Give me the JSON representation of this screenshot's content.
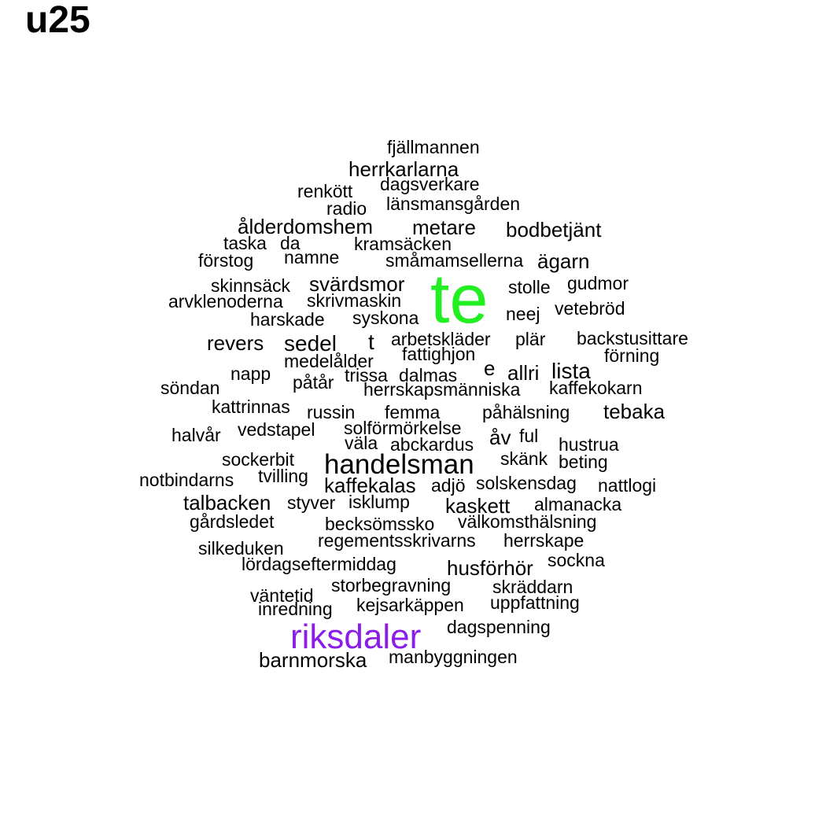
{
  "title": "u25",
  "chart_data": {
    "type": "wordcloud",
    "title": "u25",
    "highlight_colors": {
      "te": "#22ee22",
      "riksdaler": "#8a1ee6"
    },
    "words": [
      {
        "text": "te",
        "weight": 10
      },
      {
        "text": "riksdaler",
        "weight": 5
      },
      {
        "text": "handelsman",
        "weight": 3
      },
      {
        "text": "sedel",
        "weight": 2
      },
      {
        "text": "t",
        "weight": 2
      },
      {
        "text": "lista",
        "weight": 2
      },
      {
        "text": "e",
        "weight": 2
      },
      {
        "text": "allri",
        "weight": 2
      },
      {
        "text": "åv",
        "weight": 2
      },
      {
        "text": "tebaka",
        "weight": 2
      },
      {
        "text": "fjällmannen",
        "weight": 1
      },
      {
        "text": "herrkarlarna",
        "weight": 1
      },
      {
        "text": "renkött",
        "weight": 1
      },
      {
        "text": "dagsverkare",
        "weight": 1
      },
      {
        "text": "radio",
        "weight": 1
      },
      {
        "text": "länsmansgården",
        "weight": 1
      },
      {
        "text": "ålderdomshem",
        "weight": 1
      },
      {
        "text": "metare",
        "weight": 1
      },
      {
        "text": "bodbetjänt",
        "weight": 1
      },
      {
        "text": "taska",
        "weight": 1
      },
      {
        "text": "da",
        "weight": 1
      },
      {
        "text": "kramsäcken",
        "weight": 1
      },
      {
        "text": "förstog",
        "weight": 1
      },
      {
        "text": "namne",
        "weight": 1
      },
      {
        "text": "småmamsellerna",
        "weight": 1
      },
      {
        "text": "ägarn",
        "weight": 1
      },
      {
        "text": "skinnsäck",
        "weight": 1
      },
      {
        "text": "svärdsmor",
        "weight": 1
      },
      {
        "text": "stolle",
        "weight": 1
      },
      {
        "text": "gudmor",
        "weight": 1
      },
      {
        "text": "arvklenoderna",
        "weight": 1
      },
      {
        "text": "skrivmaskin",
        "weight": 1
      },
      {
        "text": "neej",
        "weight": 1
      },
      {
        "text": "vetebröd",
        "weight": 1
      },
      {
        "text": "harskade",
        "weight": 1
      },
      {
        "text": "syskona",
        "weight": 1
      },
      {
        "text": "revers",
        "weight": 1
      },
      {
        "text": "arbetskläder",
        "weight": 1
      },
      {
        "text": "plär",
        "weight": 1
      },
      {
        "text": "backstusittare",
        "weight": 1
      },
      {
        "text": "fattighjon",
        "weight": 1
      },
      {
        "text": "förning",
        "weight": 1
      },
      {
        "text": "medelålder",
        "weight": 1
      },
      {
        "text": "napp",
        "weight": 1
      },
      {
        "text": "trissa",
        "weight": 1
      },
      {
        "text": "dalmas",
        "weight": 1
      },
      {
        "text": "påtår",
        "weight": 1
      },
      {
        "text": "söndan",
        "weight": 1
      },
      {
        "text": "herrskapsmänniska",
        "weight": 1
      },
      {
        "text": "kaffekokarn",
        "weight": 1
      },
      {
        "text": "kattrinnas",
        "weight": 1
      },
      {
        "text": "russin",
        "weight": 1
      },
      {
        "text": "femma",
        "weight": 1
      },
      {
        "text": "påhälsning",
        "weight": 1
      },
      {
        "text": "vedstapel",
        "weight": 1
      },
      {
        "text": "solförmörkelse",
        "weight": 1
      },
      {
        "text": "halvår",
        "weight": 1
      },
      {
        "text": "väla",
        "weight": 1
      },
      {
        "text": "abckardus",
        "weight": 1
      },
      {
        "text": "ful",
        "weight": 1
      },
      {
        "text": "hustrua",
        "weight": 1
      },
      {
        "text": "sockerbit",
        "weight": 1
      },
      {
        "text": "skänk",
        "weight": 1
      },
      {
        "text": "beting",
        "weight": 1
      },
      {
        "text": "tvilling",
        "weight": 1
      },
      {
        "text": "notbindarns",
        "weight": 1
      },
      {
        "text": "kaffekalas",
        "weight": 1
      },
      {
        "text": "adjö",
        "weight": 1
      },
      {
        "text": "solskensdag",
        "weight": 1
      },
      {
        "text": "nattlogi",
        "weight": 1
      },
      {
        "text": "talbacken",
        "weight": 1
      },
      {
        "text": "styver",
        "weight": 1
      },
      {
        "text": "isklump",
        "weight": 1
      },
      {
        "text": "kaskett",
        "weight": 1
      },
      {
        "text": "almanacka",
        "weight": 1
      },
      {
        "text": "gårdsledet",
        "weight": 1
      },
      {
        "text": "becksömssko",
        "weight": 1
      },
      {
        "text": "välkomsthälsning",
        "weight": 1
      },
      {
        "text": "regementsskrivarns",
        "weight": 1
      },
      {
        "text": "herrskape",
        "weight": 1
      },
      {
        "text": "silkeduken",
        "weight": 1
      },
      {
        "text": "lördagseftermiddag",
        "weight": 1
      },
      {
        "text": "husförhör",
        "weight": 1
      },
      {
        "text": "sockna",
        "weight": 1
      },
      {
        "text": "storbegravning",
        "weight": 1
      },
      {
        "text": "skräddarn",
        "weight": 1
      },
      {
        "text": "väntetid",
        "weight": 1
      },
      {
        "text": "inredning",
        "weight": 1
      },
      {
        "text": "kejsarkäppen",
        "weight": 1
      },
      {
        "text": "uppfattning",
        "weight": 1
      },
      {
        "text": "dagspenning",
        "weight": 1
      },
      {
        "text": "barnmorska",
        "weight": 1
      },
      {
        "text": "manbyggningen",
        "weight": 1
      }
    ]
  }
}
